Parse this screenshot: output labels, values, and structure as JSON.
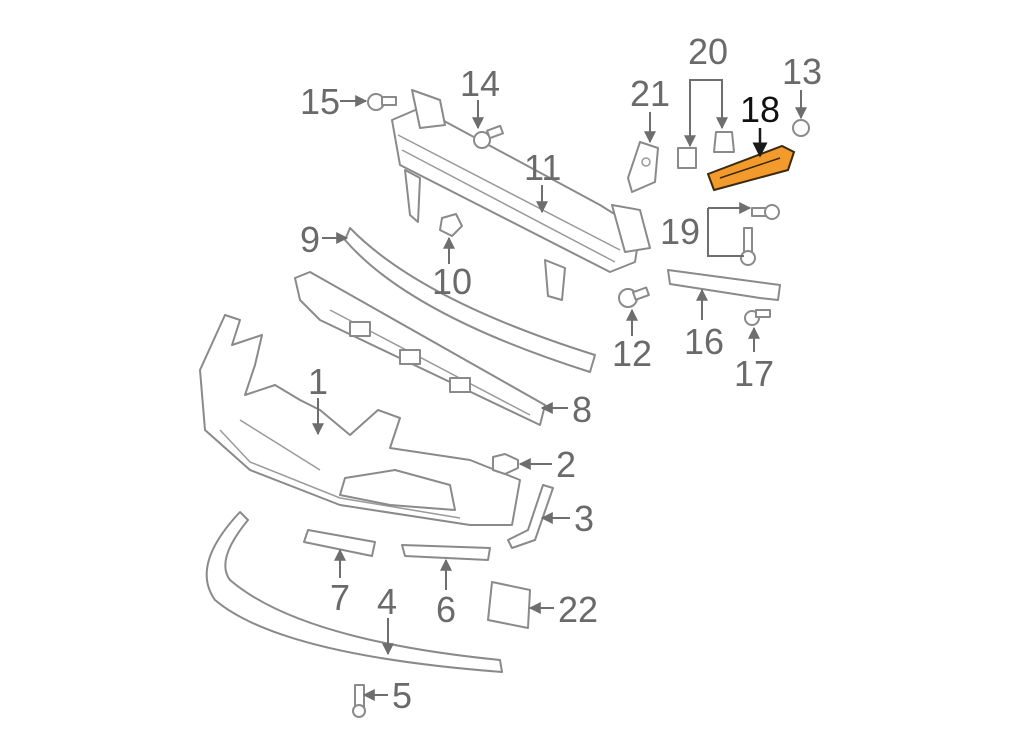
{
  "diagram": {
    "highlight_color": "#f39a2d",
    "callouts": [
      "1",
      "2",
      "3",
      "4",
      "5",
      "6",
      "7",
      "8",
      "9",
      "10",
      "11",
      "12",
      "13",
      "14",
      "15",
      "16",
      "17",
      "18",
      "19",
      "20",
      "21",
      "22"
    ],
    "highlighted_callout": "18"
  }
}
